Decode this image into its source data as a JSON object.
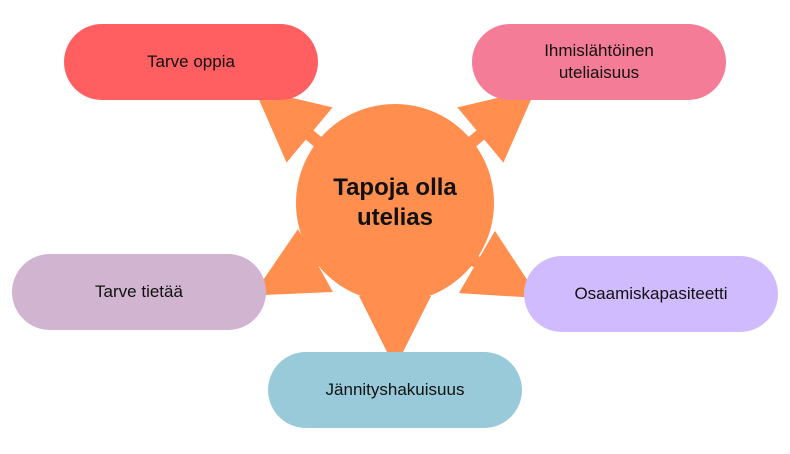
{
  "center": {
    "label": "Tapoja olla\nutelias",
    "color": "#FF8E4F"
  },
  "arrow_color": "#FF8E4F",
  "nodes": [
    {
      "label": "Tarve oppia",
      "color": "#FF5F61"
    },
    {
      "label": "Ihmislähtöinen uteliaisuus",
      "color": "#F47C96"
    },
    {
      "label": "Tarve tietää",
      "color": "#D0B4D0"
    },
    {
      "label": "Osaamiskapasiteetti",
      "color": "#D1BBFF"
    },
    {
      "label": "Jännityshakuisuus",
      "color": "#99CAD9"
    }
  ]
}
